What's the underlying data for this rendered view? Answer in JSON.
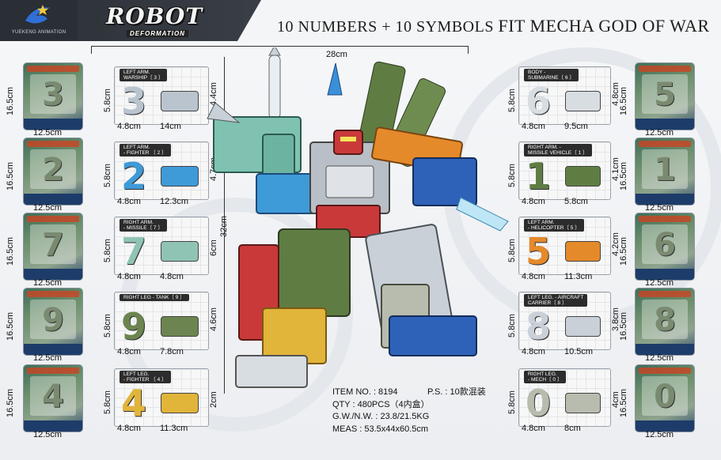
{
  "header": {
    "logo_subtext": "YUEKENG ANIMATION",
    "brand_title": "ROBOT",
    "brand_subtitle": "DEFORMATION",
    "headline_small": "10 NUMBERS + 10 SYMBOLS",
    "headline_big": "FIT MECHA GOD OF WAR"
  },
  "overall": {
    "width_label": "28cm",
    "height_label": "32cm"
  },
  "packages": {
    "left": [
      {
        "digit": "3",
        "height": "16.5cm",
        "width": "12.5cm"
      },
      {
        "digit": "2",
        "height": "16.5cm",
        "width": "12.5cm"
      },
      {
        "digit": "7",
        "height": "16.5cm",
        "width": "12.5cm"
      },
      {
        "digit": "9",
        "height": "16.5cm",
        "width": "12.5cm"
      },
      {
        "digit": "4",
        "height": "16.5cm",
        "width": "12.5cm"
      }
    ],
    "right": [
      {
        "digit": "5",
        "height": "16.5cm",
        "width": "12.5cm"
      },
      {
        "digit": "1",
        "height": "16.5cm",
        "width": "12.5cm"
      },
      {
        "digit": "6",
        "height": "16.5cm",
        "width": "12.5cm"
      },
      {
        "digit": "8",
        "height": "16.5cm",
        "width": "12.5cm"
      },
      {
        "digit": "0",
        "height": "16.5cm",
        "width": "12.5cm"
      }
    ]
  },
  "parts_left": [
    {
      "label": "LEFT ARM.\nWARSHIP〔 3 〕",
      "digit": "3",
      "height": "5.8cm",
      "digit_width": "4.8cm",
      "vehicle_width": "14cm",
      "vehicle_height": "4.4cm",
      "color": "#b9c4cf"
    },
    {
      "label": "LEFT ARM.\n- FIGHTER 〔 2 〕",
      "digit": "2",
      "height": "5.8cm",
      "digit_width": "4.8cm",
      "vehicle_width": "12.3cm",
      "vehicle_height": "4.7cm",
      "color": "#3f9ad8"
    },
    {
      "label": "RIGHT ARM.\n- MISSILE〔 7 〕",
      "digit": "7",
      "height": "5.8cm",
      "digit_width": "4.8cm",
      "vehicle_width": "4.8cm",
      "vehicle_height": "6cm",
      "color": "#8fc4b4"
    },
    {
      "label": "RIGHT LEG - TANK〔 9 〕",
      "digit": "9",
      "height": "5.8cm",
      "digit_width": "4.8cm",
      "vehicle_width": "7.8cm",
      "vehicle_height": "4.6cm",
      "color": "#6c8550"
    },
    {
      "label": "LEFT LEG.\n- FIGHTER 〔 4 〕",
      "digit": "4",
      "height": "5.8cm",
      "digit_width": "4.8cm",
      "vehicle_width": "11.3cm",
      "vehicle_height": "2cm",
      "color": "#e1b43a"
    }
  ],
  "parts_right": [
    {
      "label": "BODY -\nSUBMARINE〔 6 〕",
      "digit": "6",
      "height": "5.8cm",
      "digit_width": "4.8cm",
      "vehicle_width": "9.5cm",
      "vehicle_height": "4.8cm",
      "color": "#d8dde2"
    },
    {
      "label": "RIGHT ARM. -\nMISSILE VEHICLE〔 1 〕",
      "digit": "1",
      "height": "5.8cm",
      "digit_width": "4.8cm",
      "vehicle_width": "5.8cm",
      "vehicle_height": "4.1cm",
      "color": "#5f7d43"
    },
    {
      "label": "LEFT ARM.\n- HELICOPTER〔 5 〕",
      "digit": "5",
      "height": "5.8cm",
      "digit_width": "4.8cm",
      "vehicle_width": "11.3cm",
      "vehicle_height": "4.2cm",
      "color": "#e58a2a"
    },
    {
      "label": "LEFT LEG. - AIRCRAFT\nCARRIER〔 8 〕",
      "digit": "8",
      "height": "5.8cm",
      "digit_width": "4.8cm",
      "vehicle_width": "10.5cm",
      "vehicle_height": "3.8cm",
      "color": "#c9d0d8"
    },
    {
      "label": "RIGHT LEG.\n- MECH〔 0 〕",
      "digit": "0",
      "height": "5.8cm",
      "digit_width": "4.8cm",
      "vehicle_width": "8cm",
      "vehicle_height": "4cm",
      "color": "#b8bcae"
    }
  ],
  "info": {
    "item_no": "ITEM NO. : 8194",
    "ps": "P.S. : 10款混装",
    "qty": "QTY : 480PCS（4内盒）",
    "weight": "G.W./N.W. : 23.8/21.5KG",
    "meas": "MEAS : 53.5x44x60.5cm"
  },
  "colors": {
    "accent_dark": "#2a2e35",
    "robot_teal": "#7fc2b2",
    "robot_green": "#5f7d43",
    "robot_blue": "#2e62b8",
    "robot_red": "#c9393a",
    "robot_orange": "#e58a2a",
    "robot_yellow": "#e1b43a"
  }
}
